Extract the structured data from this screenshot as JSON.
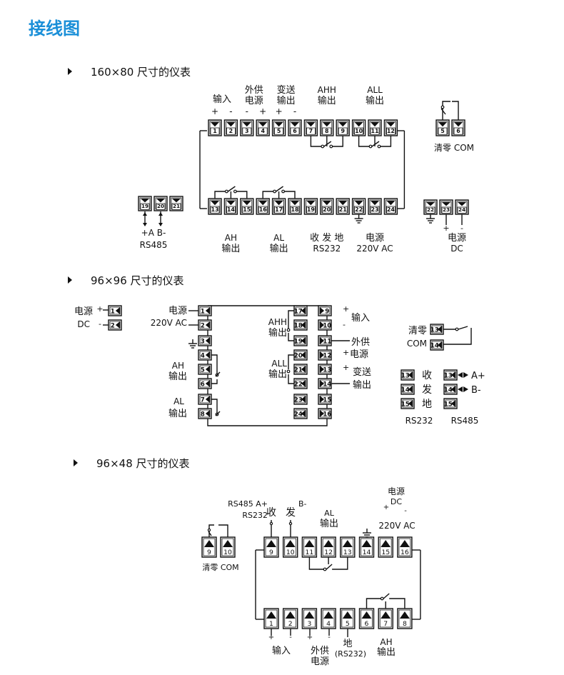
{
  "page_title": "接线图",
  "sections": [
    {
      "title": "160×80 尺寸的仪表"
    },
    {
      "title": "96×96 尺寸的仪表"
    },
    {
      "title": "96×48 尺寸的仪表"
    }
  ],
  "d160": {
    "top_terminals": [
      "1",
      "2",
      "3",
      "4",
      "5",
      "6",
      "7",
      "8",
      "9",
      "10",
      "11",
      "12"
    ],
    "bottom_terminals": [
      "13",
      "14",
      "15",
      "16",
      "17",
      "18",
      "19",
      "20",
      "21",
      "22",
      "23",
      "24"
    ],
    "clear_terminals": [
      "5",
      "6"
    ],
    "clear_label": "清零 COM",
    "rs485_terminals": [
      "19",
      "20",
      "21"
    ],
    "rs485_pins": "+A  B-",
    "rs485_label": "RS485",
    "dc_terminals": [
      "22",
      "23",
      "24"
    ],
    "dc_signs": [
      "+",
      "-"
    ],
    "dc_label1": "电源",
    "dc_label2": "DC",
    "signs_top": [
      "+",
      "-",
      "-",
      "+",
      "+",
      "-"
    ],
    "lbl_input1": "输入",
    "lbl_aux1": "外供",
    "lbl_aux2": "电源",
    "lbl_tx1": "变送",
    "lbl_tx2": "输出",
    "lbl_ahh1": "AHH",
    "lbl_ahh2": "输出",
    "lbl_all1": "ALL",
    "lbl_all2": "输出",
    "lbl_ah1": "AH",
    "lbl_ah2": "输出",
    "lbl_al1": "AL",
    "lbl_al2": "输出",
    "lbl_rs232_1": "收 发 地",
    "lbl_rs232_2": "RS232",
    "lbl_pwr1": "电源",
    "lbl_pwr2": "220V AC"
  },
  "d96": {
    "left_terminals": [
      "1",
      "2",
      "3",
      "4",
      "5",
      "6",
      "7",
      "8"
    ],
    "inner_left": [
      "17",
      "18",
      "19",
      "20",
      "21",
      "22",
      "23",
      "24"
    ],
    "inner_right": [
      "9",
      "10",
      "11",
      "12",
      "13",
      "14",
      "15",
      "16"
    ],
    "dc_box": [
      "1",
      "2"
    ],
    "dc_label1": "电源",
    "dc_label2": "DC",
    "ac_label1": "电源",
    "ac_label2": "220V AC",
    "ah_label1": "AH",
    "ah_label2": "输出",
    "al_label1": "AL",
    "al_label2": "输出",
    "ahh_label1": "AHH",
    "ahh_label2": "输出",
    "all_label1": "ALL",
    "all_label2": "输出",
    "in_label": "输入",
    "aux_label1": "外供",
    "aux_label2": "电源",
    "tx_label1": "变送",
    "tx_label2": "输出",
    "clear_terminals": [
      "13",
      "14"
    ],
    "clear_label1": "清零",
    "clear_label2": "COM",
    "rs232_terminals": [
      "13",
      "14",
      "15"
    ],
    "rs232_chars": [
      "收",
      "发",
      "地"
    ],
    "rs232_label": "RS232",
    "rs485_terminals": [
      "13",
      "14",
      "15"
    ],
    "rs485_pins": [
      "A+",
      "B-"
    ],
    "rs485_label": "RS485"
  },
  "d48": {
    "top_terminals": [
      "9",
      "10",
      "11",
      "12",
      "13",
      "14",
      "15",
      "16"
    ],
    "bottom_terminals": [
      "1",
      "2",
      "3",
      "4",
      "5",
      "6",
      "7",
      "8"
    ],
    "clear_terminals": [
      "9",
      "10"
    ],
    "clear_label": "清零 COM",
    "rs485_label": "RS485 A+",
    "rs485_b": "B-",
    "rs232_label": "RS232",
    "rx": "收",
    "tx": "发",
    "al1": "AL",
    "al2": "输出",
    "pwr_dc1": "电源",
    "pwr_dc2": "DC",
    "pwr_ac": "220V AC",
    "in_label": "输入",
    "aux1": "外供",
    "aux2": "电源",
    "gnd1": "地",
    "gnd2": "(RS232)",
    "ah1": "AH",
    "ah2": "输出"
  }
}
